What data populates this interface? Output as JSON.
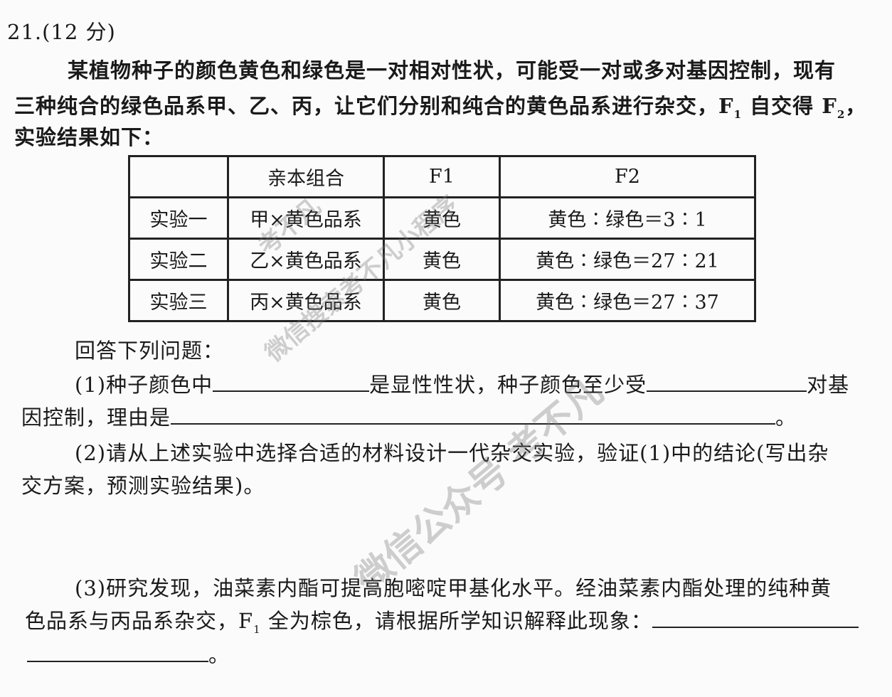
{
  "question": {
    "number": "21.(12 分)",
    "intro": [
      "某植物种子的颜色黄色和绿色是一对相对性状，可能受一对或多对基因控制，现有",
      "三种纯合的绿色品系甲、乙、丙，让它们分别和纯合的黄色品系进行杂交，F",
      "实验结果如下："
    ],
    "intro_line2_mid": "自交得 F",
    "intro_line2_end": "，",
    "sub1": "1",
    "sub2": "2"
  },
  "table": {
    "headers": [
      "",
      "亲本组合",
      "F1",
      "F2"
    ],
    "rows": [
      [
        "实验一",
        "甲×黄色品系",
        "黄色",
        "黄色∶绿色＝3∶1"
      ],
      [
        "实验二",
        "乙×黄色品系",
        "黄色",
        "黄色∶绿色＝27∶21"
      ],
      [
        "实验三",
        "丙×黄色品系",
        "黄色",
        "黄色∶绿色＝27∶37"
      ]
    ]
  },
  "prompt": "回答下列问题：",
  "q1": {
    "a": "(1)种子颜色中",
    "b": "是显性性状，种子颜色至少受",
    "c": "对基",
    "d": "因控制，理由是",
    "e": "。"
  },
  "q2": {
    "a": "(2)请从上述实验中选择合适的材料设计一代杂交实验，验证(1)中的结论(写出杂",
    "b": "交方案，预测实验结果)。"
  },
  "q3": {
    "a": "(3)研究发现，油菜素内酯可提高胞嘧啶甲基化水平。经油菜素内酯处理的纯种黄",
    "b": "色品系与丙品系杂交，F",
    "c": "全为棕色，请根据所学知识解释此现象：",
    "d": "。"
  },
  "watermark": [
    "考不凡",
    "微信搜索考不凡小程序",
    "微信公众号 考不凡"
  ]
}
